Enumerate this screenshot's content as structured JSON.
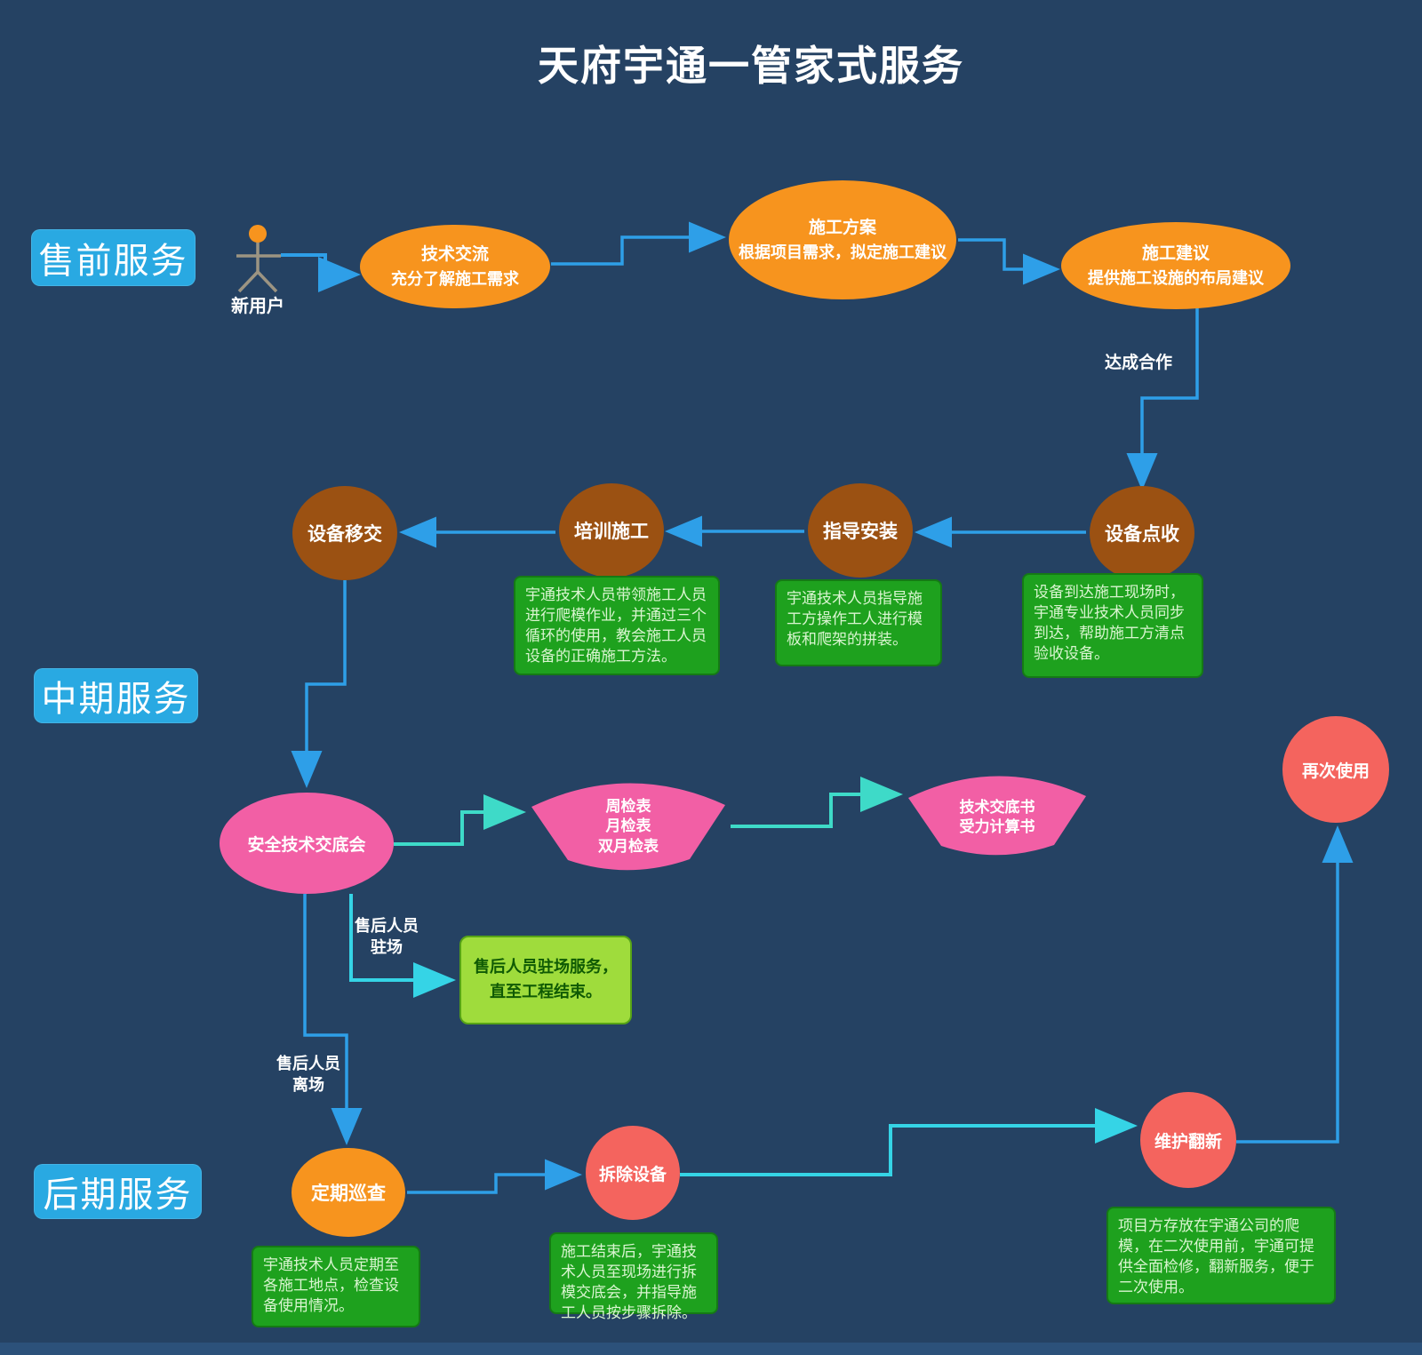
{
  "title": "天府宇通一管家式服务",
  "colors": {
    "background": "#254263",
    "phase_blue": "#29a9e2",
    "node_orange": "#f7941e",
    "node_brown": "#9b5112",
    "node_pink": "#f25fa5",
    "node_red": "#f4645e",
    "note_green": "#1ea11e",
    "note_bright_green": "#9fdc3c",
    "line_blue": "#2e9fe8",
    "line_teal": "#3edac8",
    "line_cyan": "#35d4e6"
  },
  "phases": {
    "presale": "售前服务",
    "mid": "中期服务",
    "post": "后期服务"
  },
  "actor": {
    "label": "新用户"
  },
  "nodes": {
    "tech": {
      "line1": "技术交流",
      "line2": "充分了解施工需求"
    },
    "plan": {
      "line1": "施工方案",
      "line2": "根据项目需求，拟定施工建议"
    },
    "advice": {
      "line1": "施工建议",
      "line2": "提供施工设施的布局建议"
    },
    "receive": {
      "label": "设备点收"
    },
    "install": {
      "label": "指导安装"
    },
    "train": {
      "label": "培训施工"
    },
    "handover": {
      "label": "设备移交"
    },
    "safety": {
      "label": "安全技术交底会"
    },
    "checklists": {
      "lines": [
        "周检表",
        "月检表",
        "双月检表"
      ]
    },
    "docs": {
      "lines": [
        "技术交底书",
        "受力计算书"
      ]
    },
    "reuse": {
      "label": "再次使用"
    },
    "patrol": {
      "label": "定期巡查"
    },
    "dismantle": {
      "label": "拆除设备"
    },
    "renovate": {
      "label": "维护翻新"
    }
  },
  "notes": {
    "train": "宇通技术人员带领施工人员进行爬模作业，并通过三个循环的使用，教会施工人员设备的正确施工方法。",
    "install": "宇通技术人员指导施工方操作工人进行模板和爬架的拼装。",
    "receive": "设备到达施工现场时，宇通专业技术人员同步到达，帮助施工方清点验收设备。",
    "resident": {
      "line1": "售后人员驻场服务，",
      "line2": "直至工程结束。"
    },
    "patrol": "宇通技术人员定期至各施工地点，检查设备使用情况。",
    "dismantle": "施工结束后，宇通技术人员至现场进行拆模交底会，并指导施工人员按步骤拆除。",
    "renovate": "项目方存放在宇通公司的爬模，在二次使用前，宇通可提供全面检修，翻新服务，便于二次使用。"
  },
  "edge_labels": {
    "cooperate": "达成合作",
    "resident": {
      "line1": "售后人员",
      "line2": "驻场"
    },
    "leave": {
      "line1": "售后人员",
      "line2": "离场"
    }
  }
}
